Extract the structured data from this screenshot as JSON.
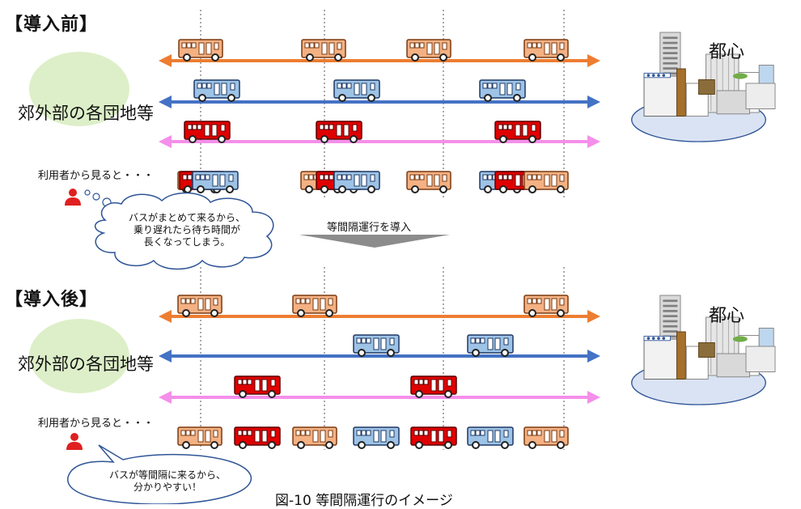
{
  "before": {
    "heading": "【導入前】",
    "area_label": "郊外部の各団地等",
    "city_label": "都心",
    "user_label": "利用者から見ると・・・",
    "user_thought": [
      "バスがまとめて来るから、",
      "乗り遅れたら待ち時間が",
      "長くなってしまう。"
    ]
  },
  "transition_label": "等間隔運行を導入",
  "after": {
    "heading": "【導入後】",
    "area_label": "郊外部の各団地等",
    "city_label": "都心",
    "user_label": "利用者から見ると・・・",
    "user_speech": [
      "バスが等間隔に来るから、",
      "分かりやすい！"
    ]
  },
  "caption": "図-10 等間隔運行のイメージ",
  "colors": {
    "orange": "#ED7D31",
    "blue": "#4472C4",
    "pink": "#F48FEA",
    "bus_orange": "#F4B183",
    "bus_blue": "#9DC3E6",
    "bus_red": "#E00000",
    "person": "#E02020",
    "blob": "#DDEFC8"
  },
  "icons": [
    "bus-icon",
    "person-icon",
    "city-skyline-icon",
    "thought-bubble",
    "speech-bubble",
    "down-arrow"
  ]
}
